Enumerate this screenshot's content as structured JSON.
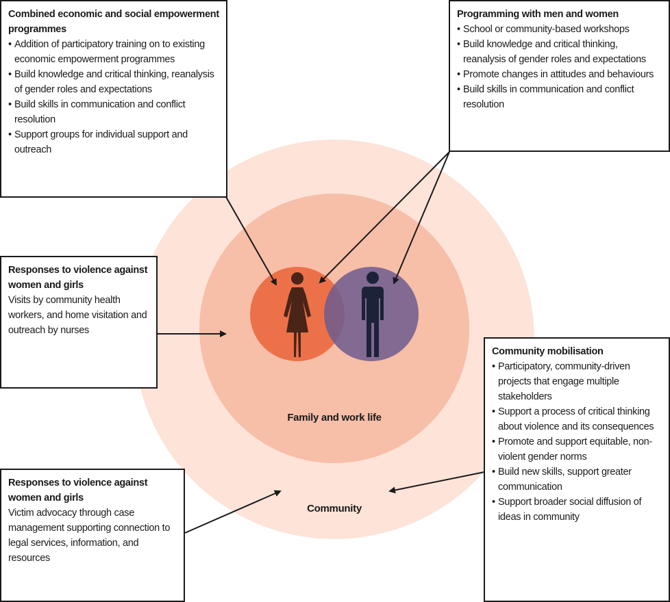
{
  "colors": {
    "community_circle": "#fde3d8",
    "family_circle": "#f7bea8",
    "female_circle": "#ec7149",
    "male_circle": "#8a7396",
    "female_figure": "#4a2416",
    "male_figure": "#1c2238",
    "arrow": "#1a1a1a"
  },
  "icons": {
    "female": "woman-figure-icon",
    "male": "man-figure-icon"
  },
  "zones": {
    "family": "Family and work life",
    "community": "Community"
  },
  "boxes": {
    "economic": {
      "title": "Combined economic and social empowerment programmes",
      "items": [
        "Addition of participatory training on to existing economic empowerment programmes",
        "Build knowledge and critical thinking, reanalysis of gender roles and expectations",
        "Build skills in communication and conflict resolution",
        "Support groups for individual support and outreach"
      ]
    },
    "men_women": {
      "title": "Programming with men and women",
      "items": [
        "School or community-based workshops",
        "Build knowledge and critical thinking, reanalysis of gender roles and expectations",
        "Promote changes in attitudes and behaviours",
        "Build skills in communication and conflict resolution"
      ]
    },
    "violence_family": {
      "title": "Responses to violence against women and girls",
      "body": "Visits by community health workers, and home visitation and outreach by nurses"
    },
    "violence_community": {
      "title": "Responses to violence against women and girls",
      "body": "Victim advocacy through case management supporting connection to legal services, information, and resources"
    },
    "mobilisation": {
      "title": "Community mobilisation",
      "items": [
        "Participatory, community-driven projects that engage multiple stakeholders",
        "Support a process of critical thinking about violence and its consequences",
        "Promote and support equitable, non-violent gender norms",
        "Build new skills, support greater communication",
        "Support broader social diffusion of ideas in community"
      ]
    }
  }
}
